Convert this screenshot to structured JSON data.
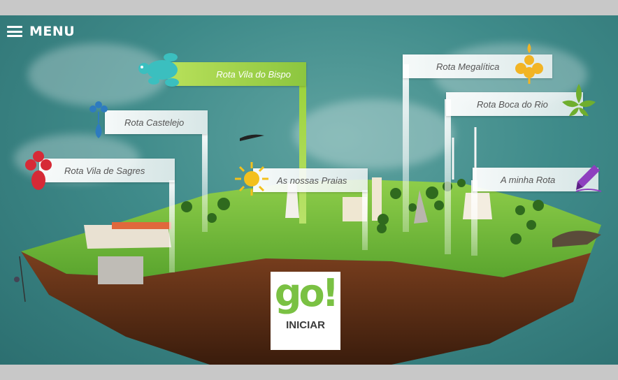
{
  "menu": {
    "label": "MENU",
    "icon": "hamburger-icon"
  },
  "routes": [
    {
      "id": "vila-do-bispo",
      "label": "Rota Vila do Bispo",
      "icon": "turtle-icon",
      "icon_color": "#3bbfbf",
      "active": true
    },
    {
      "id": "castelejo",
      "label": "Rota Castelejo",
      "icon": "flower-drop-icon",
      "icon_color": "#2e7bbf",
      "active": false
    },
    {
      "id": "vila-de-sagres",
      "label": "Rota Vila de Sagres",
      "icon": "red-flower-icon",
      "icon_color": "#d62a36",
      "active": false
    },
    {
      "id": "praias",
      "label": "As nossas Praias",
      "icon": "sun-icon",
      "icon_color": "#f3c01c",
      "active": false
    },
    {
      "id": "megalitica",
      "label": "Rota Megalítica",
      "icon": "yellow-flower-icon",
      "icon_color": "#f2b424",
      "active": false
    },
    {
      "id": "boca-do-rio",
      "label": "Rota Boca do Rio",
      "icon": "green-leaf-icon",
      "icon_color": "#6fae2e",
      "active": false
    },
    {
      "id": "minha-rota",
      "label": "A minha Rota",
      "icon": "pencil-icon",
      "icon_color": "#8e3fbf",
      "active": false
    }
  ],
  "start": {
    "logo": "go!",
    "label": "INICIAR"
  },
  "colors": {
    "sky": "#3f8b8a",
    "grass": "#6fb83a",
    "earth": "#6b3a1e",
    "accent": "#8cc63f"
  }
}
